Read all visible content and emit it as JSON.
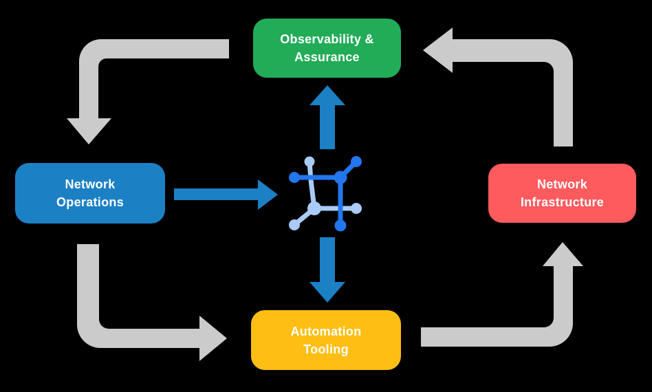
{
  "colors": {
    "background": "#000000",
    "arrow_gray": "#CBCBCB",
    "arrow_blue": "#1C80C5",
    "icon_dark_blue": "#2277F0",
    "icon_light_blue": "#A9CBF5",
    "text": "#FFFFFF",
    "green": "#22AC58",
    "blue": "#1C80C5",
    "red": "#FD5B5E",
    "yellow": "#FEBE14"
  },
  "boxes": {
    "observability": {
      "line1": "Observability &",
      "line2": "Assurance"
    },
    "operations": {
      "line1": "Network",
      "line2": "Operations"
    },
    "infrastructure": {
      "line1": "Network",
      "line2": "Infrastructure"
    },
    "tooling": {
      "line1": "Automation",
      "line2": "Tooling"
    }
  },
  "center_icon": {
    "name": "network-platform-icon"
  }
}
